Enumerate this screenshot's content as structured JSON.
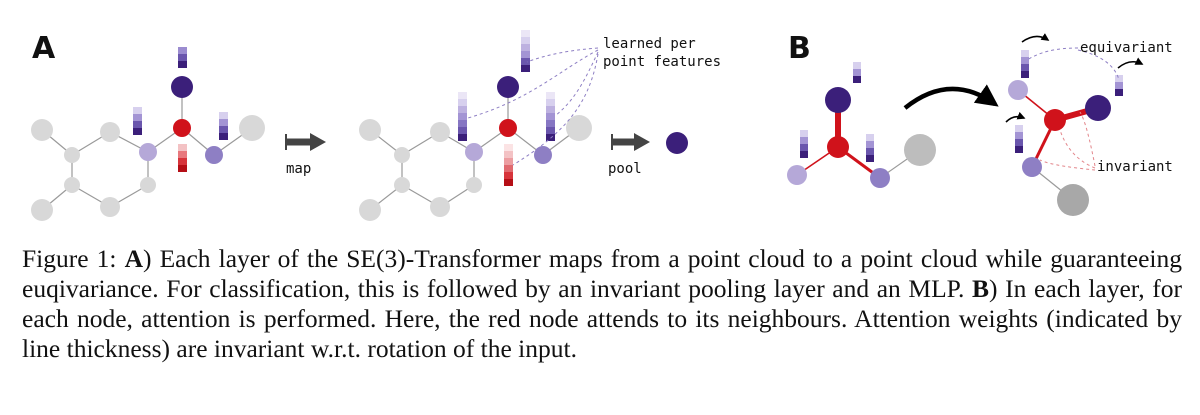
{
  "panels": {
    "a_label": "A",
    "b_label": "B"
  },
  "annotations": {
    "map": "map",
    "pool": "pool",
    "learned_line1": "learned per",
    "learned_line2": "point features",
    "equivariant": "equivariant",
    "invariant": "invariant"
  },
  "caption": {
    "prefix": "Figure 1: ",
    "a_bold": "A",
    "part_a": ") Each layer of the SE(3)-Transformer maps from a point cloud to a point cloud while guaranteeing euqivariance. For classification, this is followed by an invariant pooling layer and an MLP. ",
    "b_bold": "B",
    "part_b": ") In each layer, for each node, attention is performed. Here, the red node attends to its neighbours. Attention weights (indicated by line thickness) are invariant w.r.t. rotation of the input."
  },
  "colors": {
    "red_node": "#d0121b",
    "dark_purple": "#3b1f7a",
    "mid_purple": "#8e7fc4",
    "light_purple": "#b5a8d8",
    "grey_node": "#d8d8d8",
    "dark_grey_node": "#a8a8a8",
    "edge": "#9a9a9a",
    "arrow": "#444444"
  }
}
